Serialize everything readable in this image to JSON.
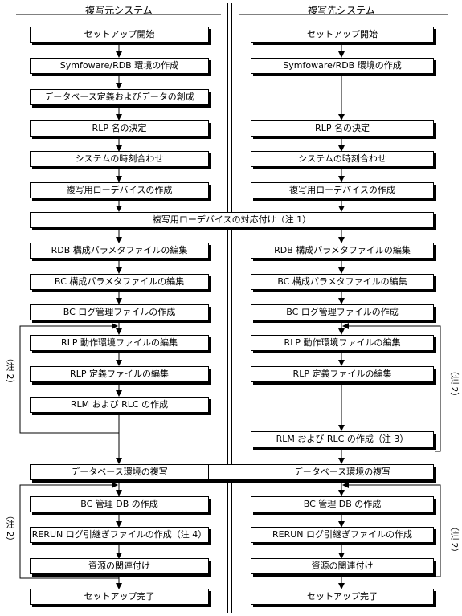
{
  "headers": {
    "source": "複写元システム",
    "dest": "複写先システム"
  },
  "left": [
    "セットアップ開始",
    "Symfoware/RDB 環境の作成",
    "データベース定義およびデータの創成",
    "RLP 名の決定",
    "システムの時刻合わせ",
    "複写用ローデバイスの作成",
    "RDB 構成パラメタファイルの編集",
    "BC 構成パラメタファイルの編集",
    "BC ログ管理ファイルの作成",
    "RLP 動作環境ファイルの編集",
    "RLP 定義ファイルの編集",
    "RLM および RLC の作成",
    "BC 管理 DB の作成",
    "RERUN ログ引継ぎファイルの作成（注 4）",
    "資源の関連付け",
    "セットアップ完了"
  ],
  "right": [
    "セットアップ開始",
    "Symfoware/RDB 環境の作成",
    "RLP 名の決定",
    "システムの時刻合わせ",
    "複写用ローデバイスの作成",
    "RDB 構成パラメタファイルの編集",
    "BC 構成パラメタファイルの編集",
    "BC ログ管理ファイルの作成",
    "RLP 動作環境ファイルの編集",
    "RLP 定義ファイルの編集",
    "RLM および RLC の作成（注 3）",
    "BC 管理 DB の作成",
    "RERUN ログ引継ぎファイルの作成",
    "資源の関連付け",
    "セットアップ完了"
  ],
  "shared": {
    "raw_device_mapping": "複写用ローデバイスの対応付け（注 1）",
    "db_copy": "データベース環境の複写"
  },
  "notes": {
    "loop": "（注 2）"
  }
}
